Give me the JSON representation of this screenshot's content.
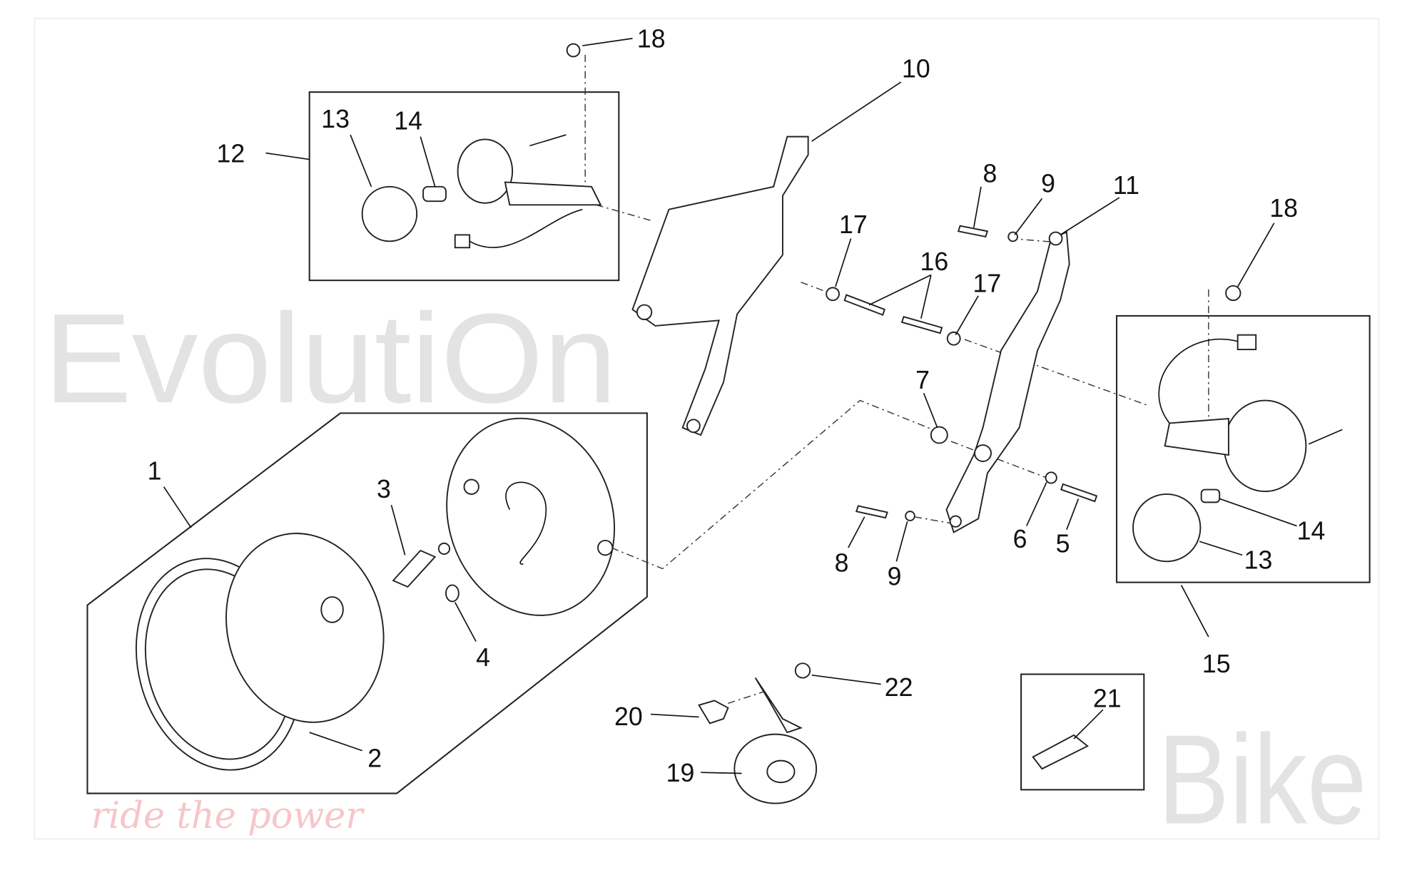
{
  "watermark": {
    "line1": "EvolutiOn",
    "line2": "Bike",
    "tagline": "ride the power"
  },
  "callouts": {
    "c1": "1",
    "c2": "2",
    "c3": "3",
    "c4": "4",
    "c5": "5",
    "c6": "6",
    "c7": "7",
    "c8a": "8",
    "c8b": "8",
    "c9a": "9",
    "c9b": "9",
    "c10": "10",
    "c11": "11",
    "c12": "12",
    "c13a": "13",
    "c13b": "13",
    "c14a": "14",
    "c14b": "14",
    "c15": "15",
    "c16": "16",
    "c17a": "17",
    "c17b": "17",
    "c18a": "18",
    "c18b": "18",
    "c19": "19",
    "c20": "20",
    "c21": "21",
    "c22": "22"
  }
}
